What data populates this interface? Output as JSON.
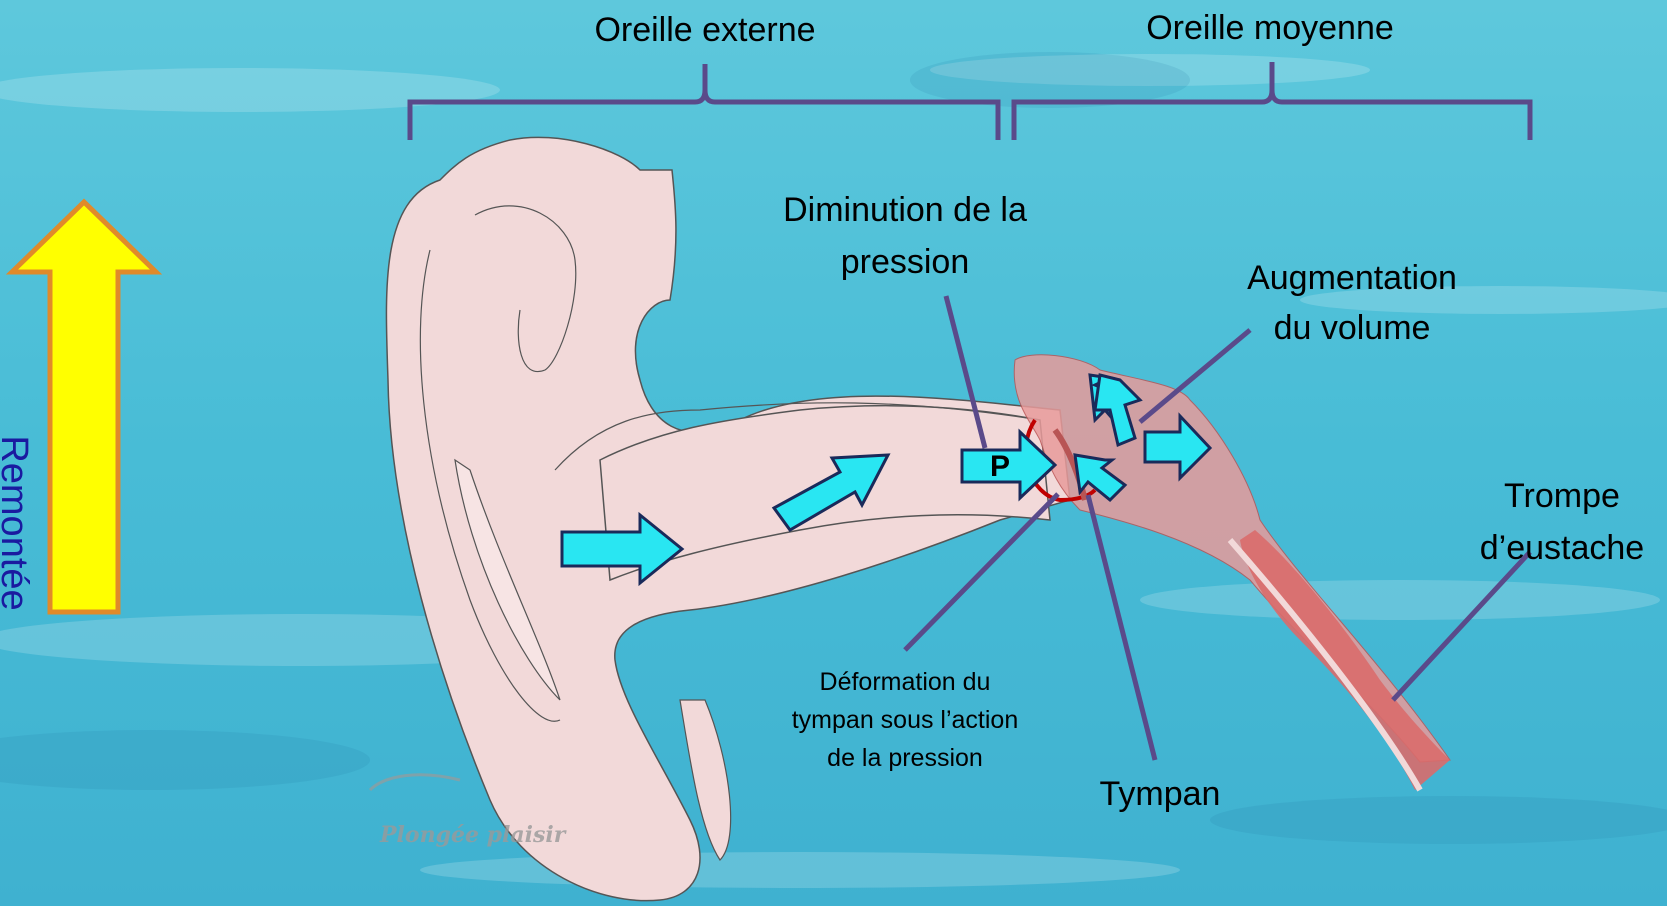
{
  "labels": {
    "outer_ear": "Oreille externe",
    "middle_ear": "Oreille moyenne",
    "pressure_drop_line1": "Diminution de la",
    "pressure_drop_line2": "pression",
    "volume_increase_line1": "Augmentation",
    "volume_increase_line2": "du volume",
    "eustachian_line1": "Trompe",
    "eustachian_line2": "d’eustache",
    "deformation_line1": "Déformation du",
    "deformation_line2": "tympan sous l’action",
    "deformation_line3": "de la pression",
    "eardrum": "Tympan",
    "pressure_symbol": "P",
    "ascent": "Remontée",
    "logo_text": "Plongée plaisir"
  },
  "colors": {
    "water": "#4fc3d9",
    "skin": "#f2d9d9",
    "middle_ear_cavity": "#e89b9b",
    "flow_arrow": "#29e6f2",
    "brace": "#5a4a8a",
    "ascent_arrow_fill": "#ffff00",
    "ascent_arrow_border": "#e08a2a",
    "eardrum_curve": "#c00000"
  },
  "icons": {
    "ascent": "up-arrow-icon",
    "flow": "right-arrow-icon"
  }
}
